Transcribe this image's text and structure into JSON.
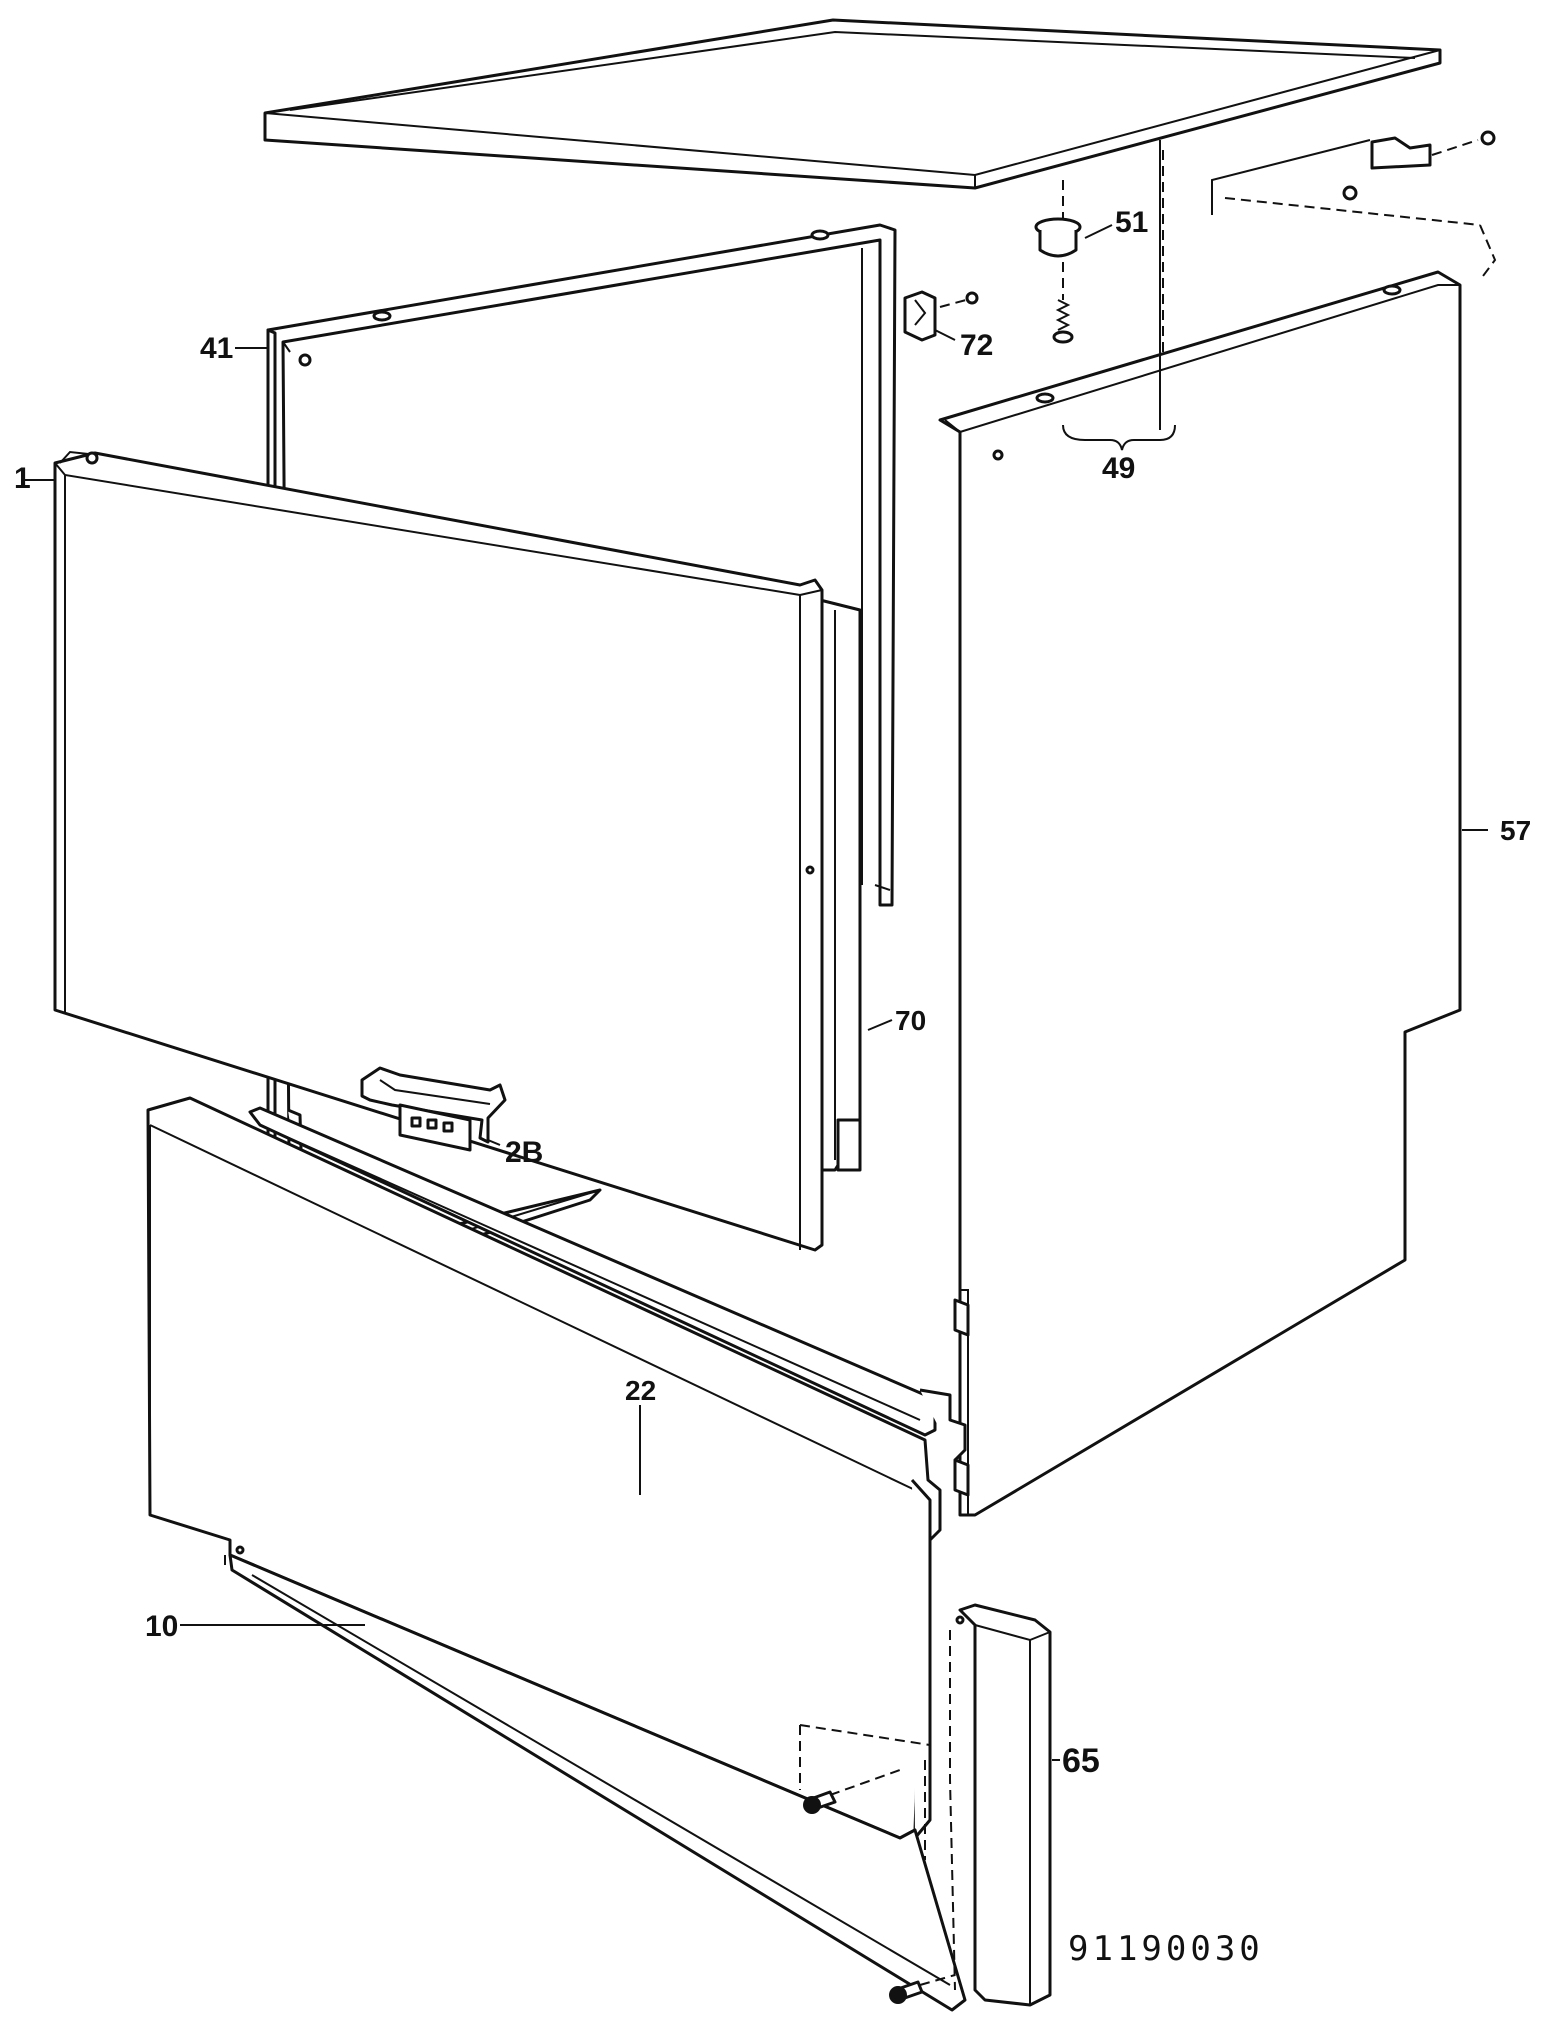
{
  "diagram": {
    "callouts": {
      "p1": "1",
      "p2b": "2B",
      "p10": "10",
      "p22": "22",
      "p41": "41",
      "p49": "49",
      "p51": "51",
      "p57": "57",
      "p65": "65",
      "p70": "70",
      "p72": "72"
    },
    "drawing_number": "91190030"
  }
}
